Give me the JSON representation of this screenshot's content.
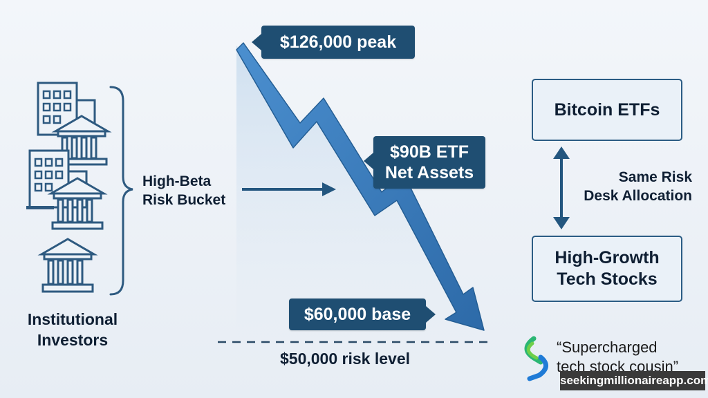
{
  "callouts": {
    "peak": "$126,000 peak",
    "etf_line1": "$90B ETF",
    "etf_line2": "Net Assets",
    "base": "$60,000 base"
  },
  "left": {
    "bucket_line1": "High-Beta",
    "bucket_line2": "Risk Bucket",
    "investors_line1": "Institutional",
    "investors_line2": "Investors"
  },
  "right": {
    "box_top": "Bitcoin ETFs",
    "relation_line1": "Same Risk",
    "relation_line2": "Desk Allocation",
    "box_bottom_line1": "High-Growth",
    "box_bottom_line2": "Tech Stocks"
  },
  "bottom": {
    "risk_level": "$50,000 risk level",
    "quote_line1": "“Supercharged",
    "quote_line2": "tech stock cousin”",
    "watermark": "seekingmillionaireapp.com"
  },
  "colors": {
    "navy": "#1f4e72",
    "arrow_blue": "#3d7fbf",
    "text_dark": "#0f1f33",
    "logo_green": "#2bb673",
    "logo_blue": "#1f7bd6"
  },
  "icons": [
    "office-building-icon",
    "bank-building-icon",
    "curly-brace-icon",
    "down-arrow-icon",
    "double-arrow-icon",
    "app-logo-icon"
  ]
}
